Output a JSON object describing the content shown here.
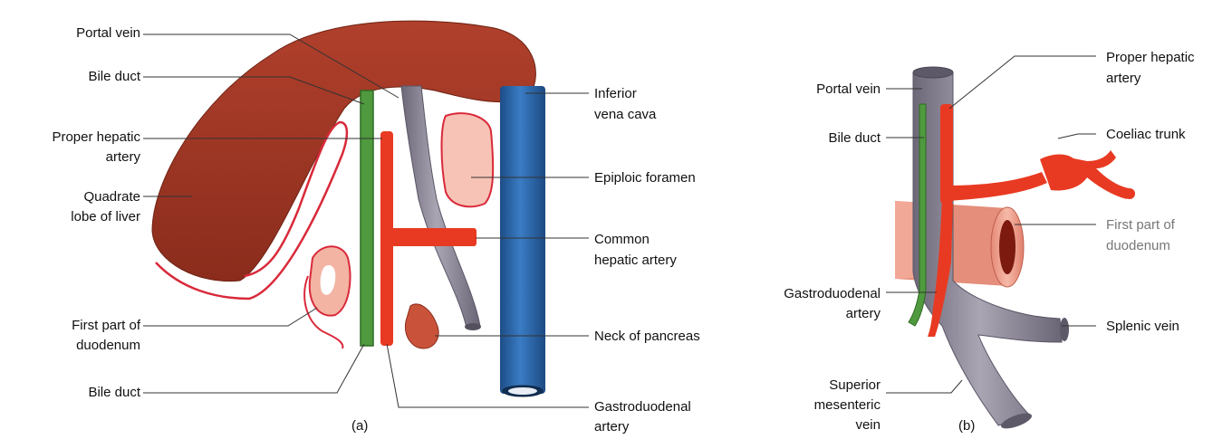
{
  "panel_a": {
    "caption": "(a)",
    "labels": {
      "portal_vein": "Portal vein",
      "bile_duct_top": "Bile duct",
      "proper_hepatic_artery_1": "Proper hepatic",
      "proper_hepatic_artery_2": "artery",
      "quadrate_lobe_1": "Quadrate",
      "quadrate_lobe_2": "lobe of liver",
      "first_part_duodenum_1": "First part of",
      "first_part_duodenum_2": "duodenum",
      "bile_duct_bottom": "Bile duct",
      "inferior_vena_cava_1": "Inferior",
      "inferior_vena_cava_2": "vena cava",
      "epiploic_foramen": "Epiploic foramen",
      "common_hepatic_artery_1": "Common",
      "common_hepatic_artery_2": "hepatic artery",
      "neck_of_pancreas": "Neck of pancreas",
      "gastroduodenal_artery_1": "Gastroduodenal",
      "gastroduodenal_artery_2": "artery"
    }
  },
  "panel_b": {
    "caption": "(b)",
    "labels": {
      "portal_vein": "Portal vein",
      "bile_duct": "Bile duct",
      "gastroduodenal_artery_1": "Gastroduodenal",
      "gastroduodenal_artery_2": "artery",
      "superior_mesenteric_vein_1": "Superior",
      "superior_mesenteric_vein_2": "mesenteric",
      "superior_mesenteric_vein_3": "vein",
      "proper_hepatic_artery_1": "Proper hepatic",
      "proper_hepatic_artery_2": "artery",
      "coeliac_trunk": "Coeliac trunk",
      "first_part_duodenum_1": "First part of",
      "first_part_duodenum_2": "duodenum",
      "splenic_vein": "Splenic vein"
    }
  },
  "colors": {
    "liver": "#9e3322",
    "artery": "#e83a22",
    "vein": "#8d8897",
    "bile_duct": "#4f9a3e",
    "ivc": "#2a64a8",
    "duodenum": "#f2b0a0",
    "outline": "#d92a3a"
  }
}
